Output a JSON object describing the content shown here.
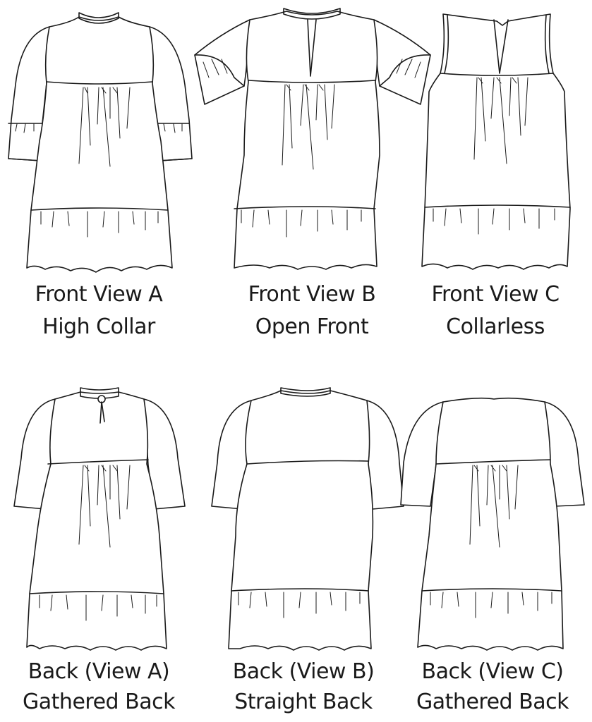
{
  "panels": [
    {
      "id": "front-a",
      "title": "Front View A",
      "subtitle": "High Collar"
    },
    {
      "id": "front-b",
      "title": "Front View B",
      "subtitle": "Open Front"
    },
    {
      "id": "front-c",
      "title": "Front View C",
      "subtitle": "Collarless"
    },
    {
      "id": "back-a",
      "title": "Back (View A)",
      "subtitle": "Gathered Back"
    },
    {
      "id": "back-b",
      "title": "Back (View B)",
      "subtitle": "Straight Back"
    },
    {
      "id": "back-c",
      "title": "Back (View C)",
      "subtitle": "Gathered Back"
    }
  ],
  "colors": {
    "line": "#1a1a1a",
    "background": "#ffffff"
  }
}
